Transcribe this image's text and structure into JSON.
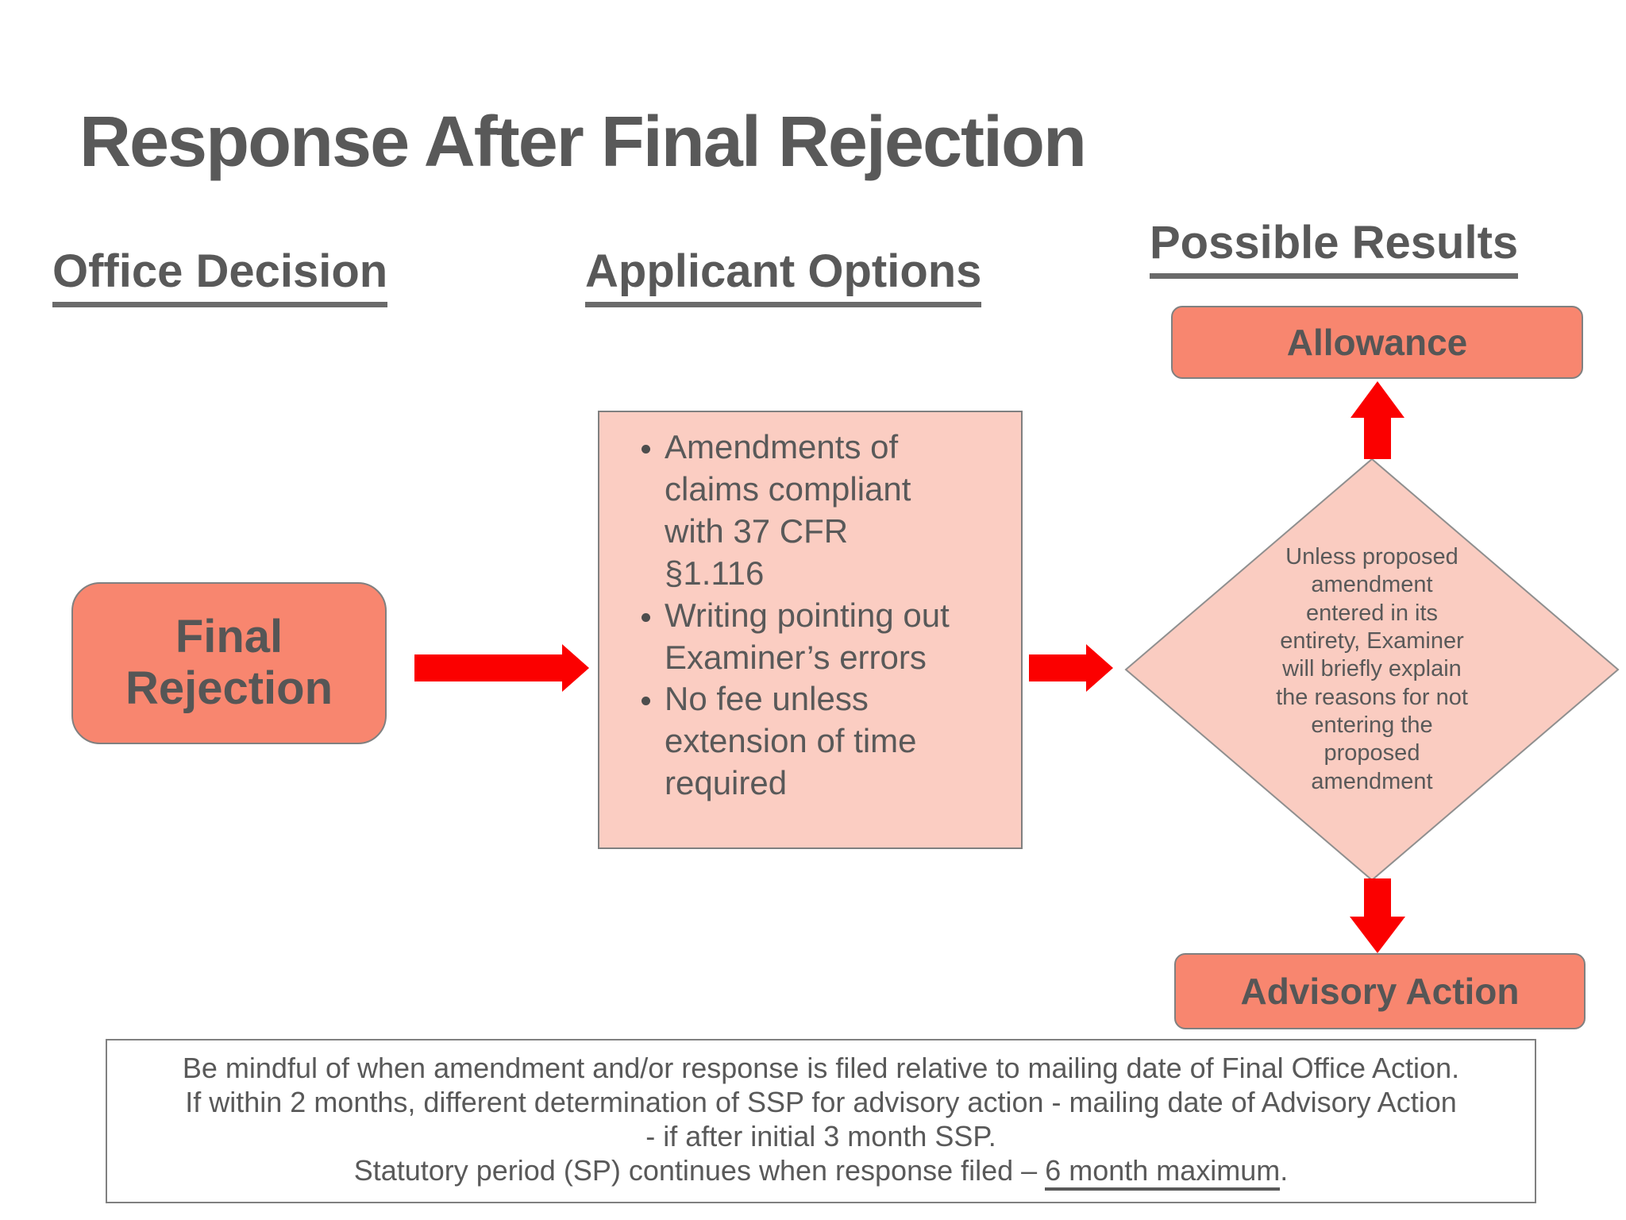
{
  "title": "Response After Final Rejection",
  "columns": {
    "office_decision": "Office Decision",
    "applicant_options": "Applicant Options",
    "possible_results": "Possible Results"
  },
  "nodes": {
    "final_rejection": {
      "label": "Final\nRejection"
    },
    "applicant_options_box": {
      "bullets": [
        "Amendments of\nclaims compliant\nwith 37 CFR\n§1.116",
        "Writing pointing out\nExaminer’s errors",
        "No fee unless\nextension of time\nrequired"
      ]
    },
    "decision_diamond": {
      "text": "Unless proposed\namendment\nentered in its\nentirety, Examiner\nwill briefly explain\nthe reasons for not\nentering the\nproposed\namendment"
    },
    "allowance": {
      "label": "Allowance"
    },
    "advisory_action": {
      "label": "Advisory Action"
    }
  },
  "note": {
    "line1": "Be mindful of when amendment and/or response is filed relative to mailing date of Final Office Action.",
    "line2": "If within 2 months, different determination of SSP for advisory action - mailing date of Advisory Action",
    "line3": "- if after initial 3 month SSP.",
    "line4_pre": "Statutory period (SP) continues when response filed – ",
    "line4_underlined": "6 month maximum",
    "line4_post": "."
  },
  "colors": {
    "salmon_node": "#F8866F",
    "light_pink_node": "#FBCDC2",
    "diamond_fill": "#FACCC1",
    "arrow_red": "#FB0000",
    "text_gray": "#595959",
    "border_gray": "#808080"
  }
}
